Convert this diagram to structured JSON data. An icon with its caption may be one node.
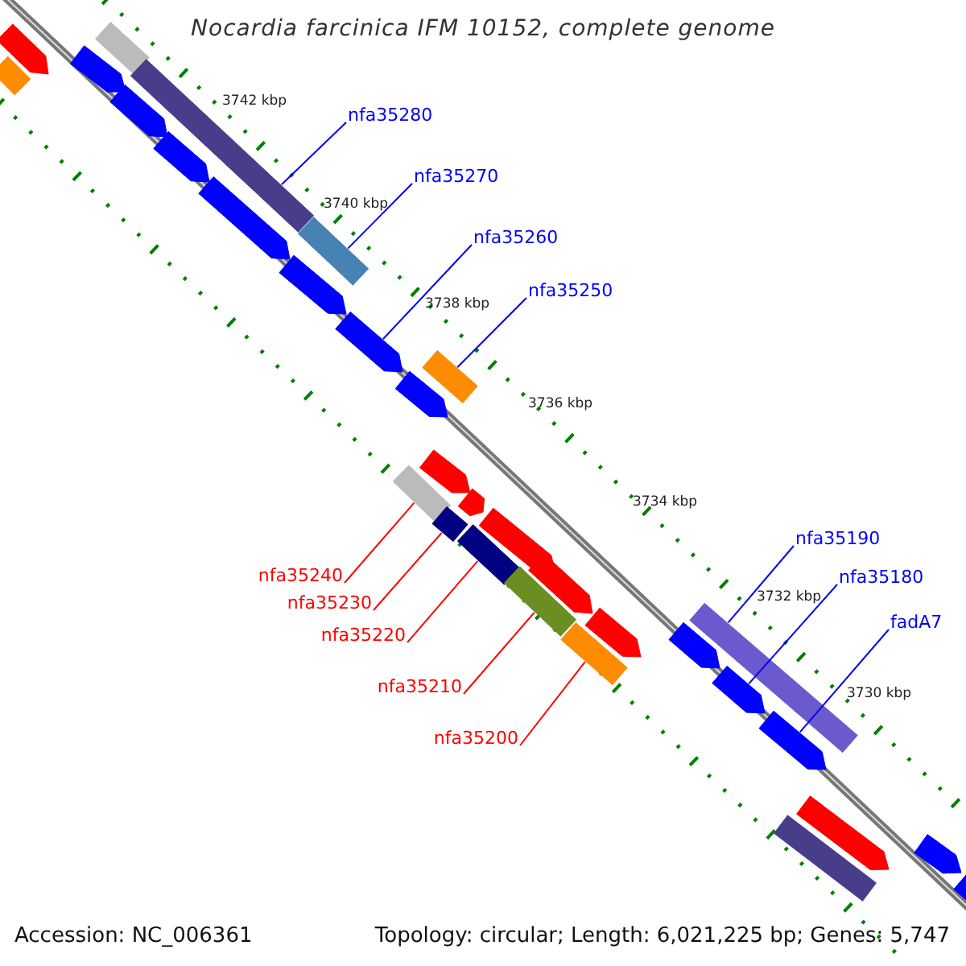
{
  "diagram": {
    "title": "Nocardia farcinica IFM 10152, complete genome",
    "nodes": [
      {
        "text": [
          "nfa35280"
        ]
      },
      {
        "text": [
          "nfa35270"
        ]
      },
      {
        "text": [
          "nfa35260"
        ]
      },
      {
        "text": [
          "nfa35250"
        ]
      },
      {
        "text": [
          "nfa35240"
        ]
      },
      {
        "text": [
          "nfa35230"
        ]
      },
      {
        "text": [
          "nfa35220"
        ]
      },
      {
        "text": [
          "nfa35210"
        ]
      },
      {
        "text": [
          "nfa35200"
        ]
      },
      {
        "text": [
          "nfa35190"
        ]
      },
      {
        "text": [
          "nfa35180"
        ]
      },
      {
        "text": [
          "fadA7"
        ]
      },
      {
        "text": [],
        "shape": "arrow"
      },
      {
        "text": [],
        "shape": "bar"
      },
      {
        "text": [],
        "shape": "arrow"
      },
      {
        "text": [],
        "shape": "arrow"
      },
      {
        "text": [],
        "shape": "arrow"
      },
      {
        "text": [],
        "shape": "arrow"
      },
      {
        "text": [],
        "shape": "arrow"
      },
      {
        "text": [],
        "shape": "arrow"
      },
      {
        "text": [],
        "shape": "arrow"
      },
      {
        "text": [],
        "shape": "bar"
      },
      {
        "text": [],
        "shape": "bar"
      },
      {
        "text": [],
        "shape": "bar"
      },
      {
        "text": [],
        "shape": "bar"
      },
      {
        "text": [],
        "shape": "arrow"
      },
      {
        "text": [],
        "shape": "arrow"
      },
      {
        "text": [],
        "shape": "arrow"
      },
      {
        "text": [],
        "shape": "bar"
      },
      {
        "text": [],
        "shape": "arrow"
      },
      {
        "text": [],
        "shape": "arrow"
      },
      {
        "text": [],
        "shape": "arrow"
      },
      {
        "text": [],
        "shape": "arrow"
      },
      {
        "text": [],
        "shape": "arrow"
      },
      {
        "text": [],
        "shape": "arrow"
      },
      {
        "text": [],
        "shape": "arrow"
      },
      {
        "text": [],
        "shape": "bar"
      },
      {
        "text": [],
        "shape": "bar"
      },
      {
        "text": [],
        "shape": "bar"
      },
      {
        "text": [],
        "shape": "bar"
      },
      {
        "text": [],
        "shape": "bar"
      },
      {
        "text": [],
        "shape": "arrow"
      },
      {
        "text": [],
        "shape": "bar"
      }
    ],
    "edges": [
      {
        "from": 0,
        "to": 22,
        "arrow": "none"
      },
      {
        "from": 1,
        "to": 23,
        "arrow": "none"
      },
      {
        "from": 2,
        "to": 19,
        "arrow": "none"
      },
      {
        "from": 3,
        "to": 24,
        "arrow": "none"
      },
      {
        "from": 4,
        "to": 36,
        "arrow": "none",
        "color": "#ff0000"
      },
      {
        "from": 5,
        "to": 37,
        "arrow": "none",
        "color": "#ff0000"
      },
      {
        "from": 6,
        "to": 38,
        "arrow": "none",
        "color": "#ff0000"
      },
      {
        "from": 7,
        "to": 39,
        "arrow": "none",
        "color": "#ff0000"
      },
      {
        "from": 8,
        "to": 40,
        "arrow": "none",
        "color": "#ff0000"
      },
      {
        "from": 9,
        "to": 28,
        "arrow": "none"
      },
      {
        "from": 10,
        "to": 26,
        "arrow": "none"
      },
      {
        "from": 11,
        "to": 27,
        "arrow": "none"
      }
    ],
    "labels": [
      "3742 kbp",
      "3740 kbp",
      "3738 kbp",
      "3736 kbp",
      "3734 kbp",
      "3732 kbp",
      "3730 kbp",
      "Accession: NC_006361",
      "Topology: circular; Length: 6,021,225 bp; Genes: 5,747"
    ]
  }
}
